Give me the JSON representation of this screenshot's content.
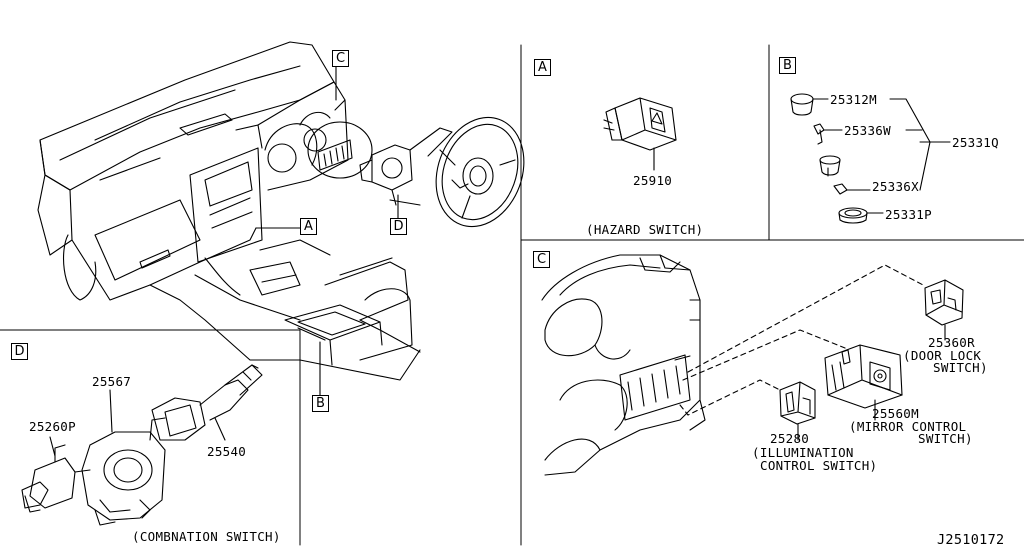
{
  "callouts": {
    "main_a": "A",
    "main_b": "B",
    "main_c": "C",
    "main_d": "D",
    "panel_a": "A",
    "panel_b": "B",
    "panel_c": "C",
    "panel_d": "D"
  },
  "panel_a": {
    "part": "25910",
    "caption": "(HAZARD SWITCH)"
  },
  "panel_b": {
    "parts": [
      "25312M",
      "25336W",
      "25336X",
      "25331P"
    ],
    "assembly": "25331Q"
  },
  "panel_c": {
    "door_lock": {
      "part": "25360R",
      "line1": "(DOOR LOCK",
      "line2": "SWITCH)"
    },
    "mirror": {
      "part": "25560M",
      "line1": "(MIRROR CONTROL",
      "line2": "SWITCH)"
    },
    "illumination": {
      "part": "25280",
      "line1": "(ILLUMINATION",
      "line2": "CONTROL SWITCH)"
    }
  },
  "panel_d": {
    "parts": [
      "25567",
      "25260P",
      "25540"
    ],
    "caption": "(COMBNATION SWITCH)"
  },
  "drawing_id": "J2510172"
}
